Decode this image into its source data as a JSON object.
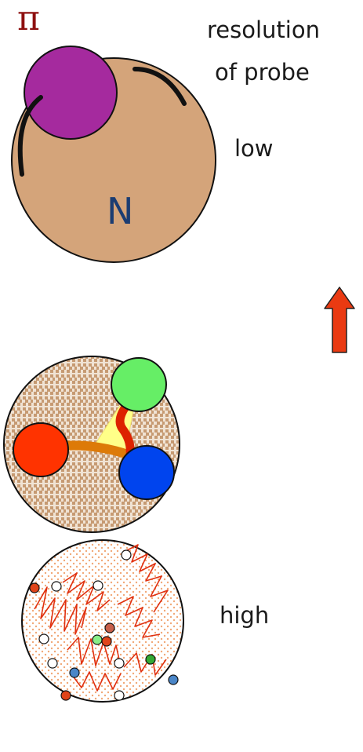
{
  "labels": {
    "resolution_line1": "resolution",
    "resolution_line2": "of probe",
    "low": "low",
    "high": "high",
    "pion": "π",
    "nucleon": "N"
  },
  "colors": {
    "nucleon_fill": "#d4a47a",
    "pion_fill": "#a52a9e",
    "arrow": "#ea3a12",
    "quark_red": "#ff3300",
    "quark_green": "#66ee66",
    "quark_blue": "#0044ee",
    "flux_tube": "#dd7a08",
    "flux_red": "#dd2200",
    "sea_gluon": "#e03010",
    "speckle": "#c69a72"
  },
  "icons": {
    "arrow": "up-arrow-icon"
  }
}
